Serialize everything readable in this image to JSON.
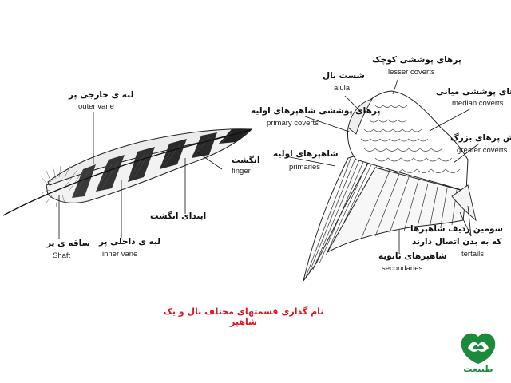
{
  "colors": {
    "caption": "#e0151c",
    "logo": "#1b8a3a",
    "ink": "#111111"
  },
  "feather": {
    "outer_vane": {
      "fa": "لبه ی خارجی پر",
      "en": "outer vane"
    },
    "finger": {
      "fa": "انگشت",
      "en": "finger"
    },
    "finger_base": {
      "fa": "ابتدای انگشت"
    },
    "inner_vane": {
      "fa": "لبه ی داخلی پر",
      "en": "inner vane"
    },
    "shaft": {
      "fa": "ساقه ی پر",
      "en": "Shaft"
    }
  },
  "wing": {
    "alula": {
      "fa": "شست بال",
      "en": "alula"
    },
    "lesser_coverts": {
      "fa": "پرهای پوششی کوچک",
      "en": "lesser coverts"
    },
    "primary_coverts": {
      "fa": "پرهای پوششی شاهپرهای اولیه",
      "en": "primary coverts"
    },
    "median_coverts": {
      "fa": "پرهای پوششی میانی",
      "en": "median coverts"
    },
    "greater_coverts": {
      "fa": "پوش پرهای بزرگ",
      "en": "greater coverts"
    },
    "primaries": {
      "fa": "شاهپرهای اولیه",
      "en": "primaries"
    },
    "tertials": {
      "fa_line1": "سومین ردیف شاهپرها",
      "fa_line2": "که به بدن اتصال دارند",
      "en": "tertails"
    },
    "secondaries": {
      "fa": "شاهپرهای ثانویه",
      "en": "secondaries"
    }
  },
  "caption": "نام گذاری قسمتهای مختلف بال و یک شاهپر",
  "logo": {
    "icon": "leaf-logo-icon",
    "text": "طبیعت"
  }
}
